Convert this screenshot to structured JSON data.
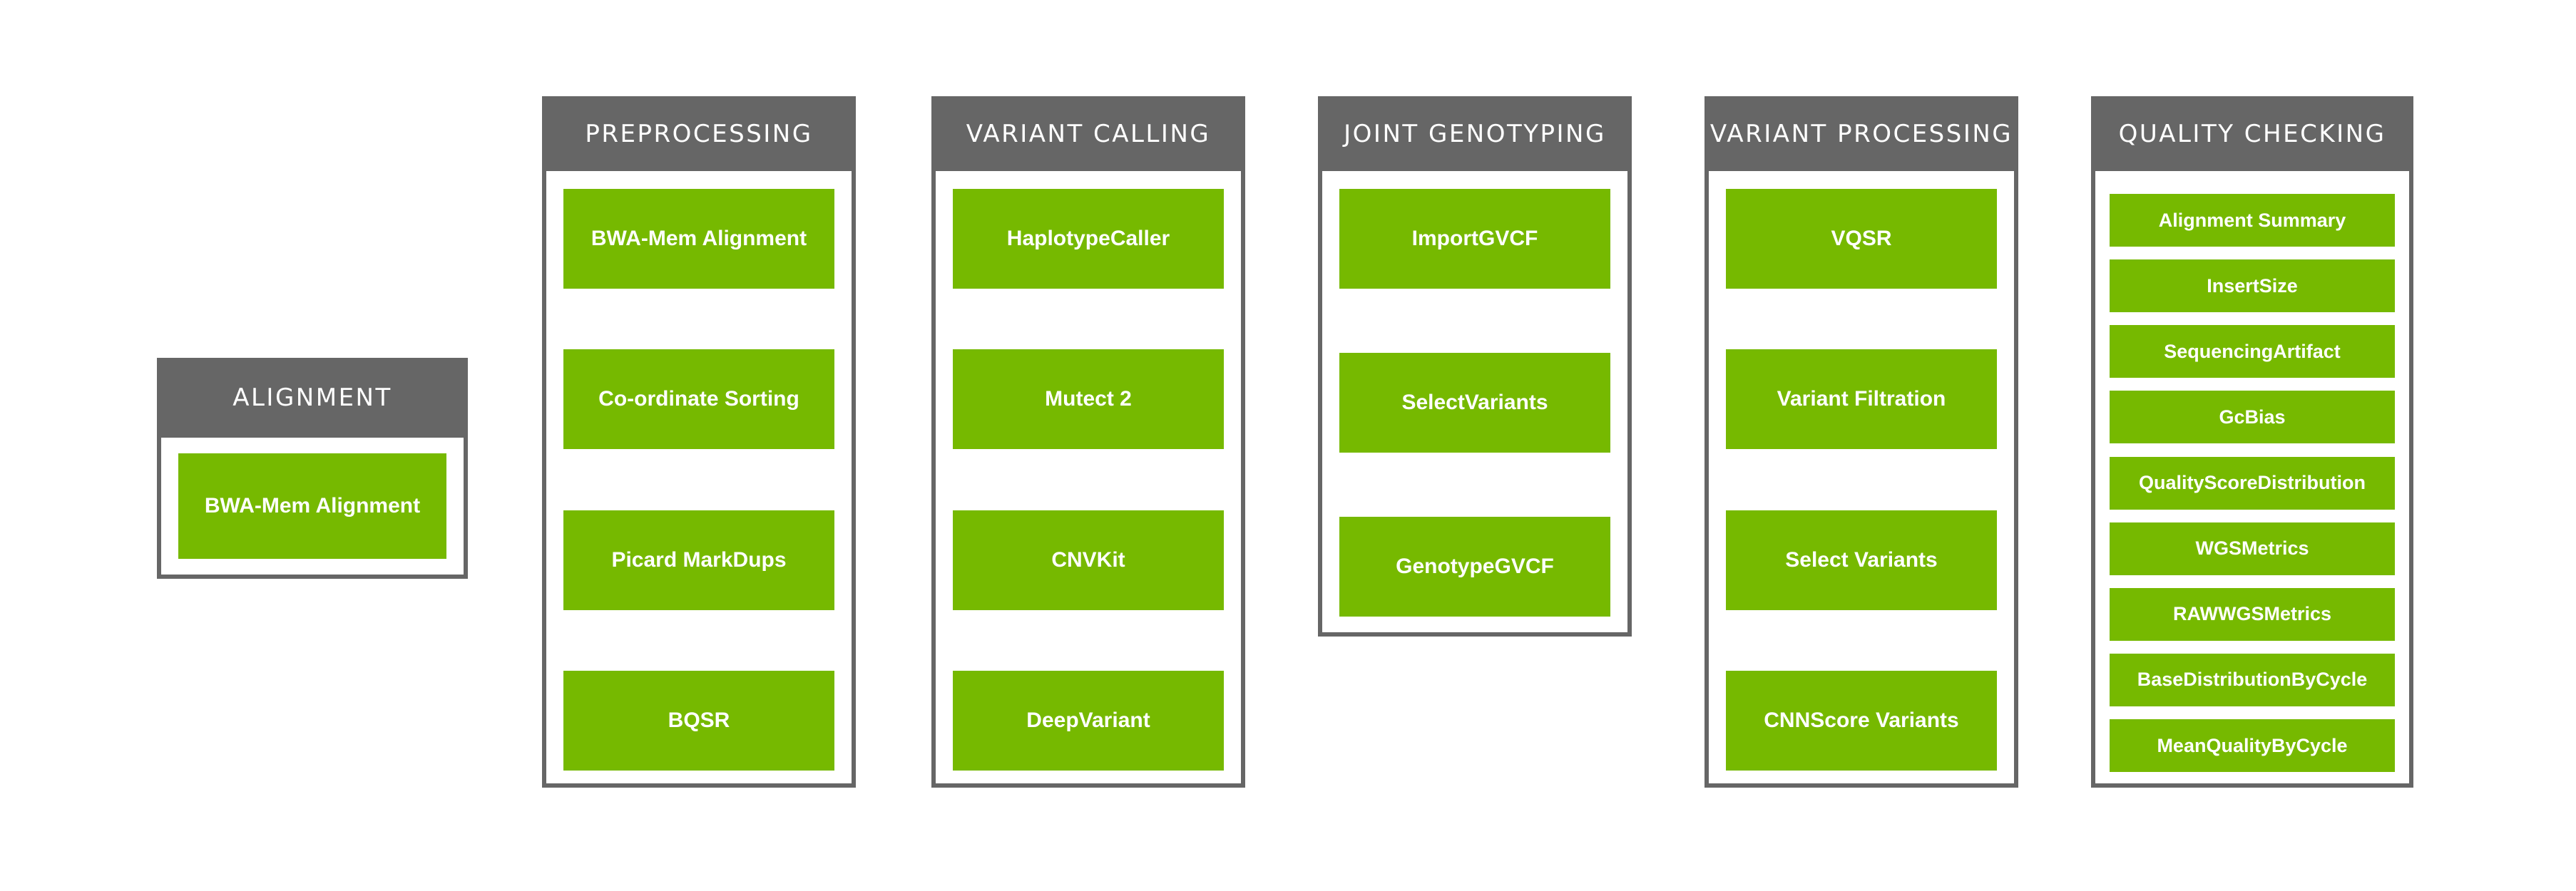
{
  "palette": {
    "accent_green": "#76b900",
    "header_gray": "#666666",
    "background": "#ffffff",
    "text_on_color": "#ffffff"
  },
  "columns": [
    {
      "id": "alignment",
      "title": "ALIGNMENT",
      "boxes": [
        "BWA-Mem Alignment"
      ]
    },
    {
      "id": "preprocessing",
      "title": "PREPROCESSING",
      "boxes": [
        "BWA-Mem Alignment",
        "Co-ordinate Sorting",
        "Picard MarkDups",
        "BQSR"
      ]
    },
    {
      "id": "variant-calling",
      "title": "VARIANT CALLING",
      "boxes": [
        "HaplotypeCaller",
        "Mutect 2",
        "CNVKit",
        "DeepVariant"
      ]
    },
    {
      "id": "joint-genotyping",
      "title": "JOINT GENOTYPING",
      "boxes": [
        "ImportGVCF",
        "SelectVariants",
        "GenotypeGVCF"
      ]
    },
    {
      "id": "variant-processing",
      "title": "VARIANT PROCESSING",
      "boxes": [
        "VQSR",
        "Variant Filtration",
        "Select Variants",
        "CNNScore Variants"
      ]
    },
    {
      "id": "quality-checking",
      "title": "QUALITY CHECKING",
      "boxes": [
        "Alignment Summary",
        "InsertSize",
        "SequencingArtifact",
        "GcBias",
        "QualityScoreDistribution",
        "WGSMetrics",
        "RAWWGSMetrics",
        "BaseDistributionByCycle",
        "MeanQualityByCycle"
      ]
    }
  ]
}
